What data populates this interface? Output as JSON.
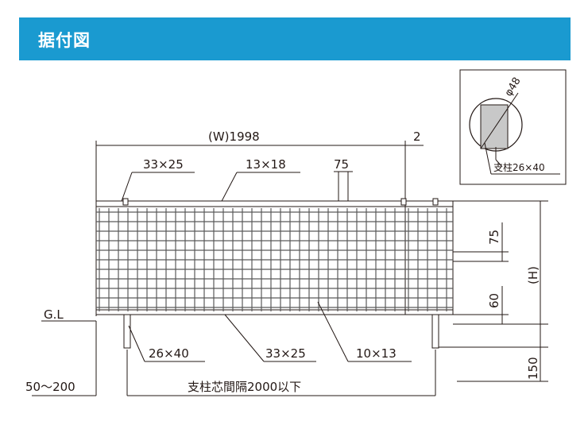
{
  "header": {
    "title": "据付図",
    "color": "#1a9ad0"
  },
  "labels": {
    "width": "(W)1998",
    "gap": "2",
    "top_rail": "33×25",
    "mesh_wire": "13×18",
    "pitch_top": "75",
    "pitch_side": "75",
    "bottom_clear": "60",
    "height": "(H)",
    "ground": "G.L",
    "post_bottom": "26×40",
    "bottom_rail": "33×25",
    "bottom_wire": "10×13",
    "embed": "150",
    "depth": "50～200",
    "post_spacing": "支柱芯間隔2000以下"
  },
  "detail": {
    "diameter": "φ48",
    "post": "支柱26×40"
  },
  "colors": {
    "line": "#231815",
    "mesh": "#5a5a5a",
    "post_fill": "#c8c8c8"
  }
}
